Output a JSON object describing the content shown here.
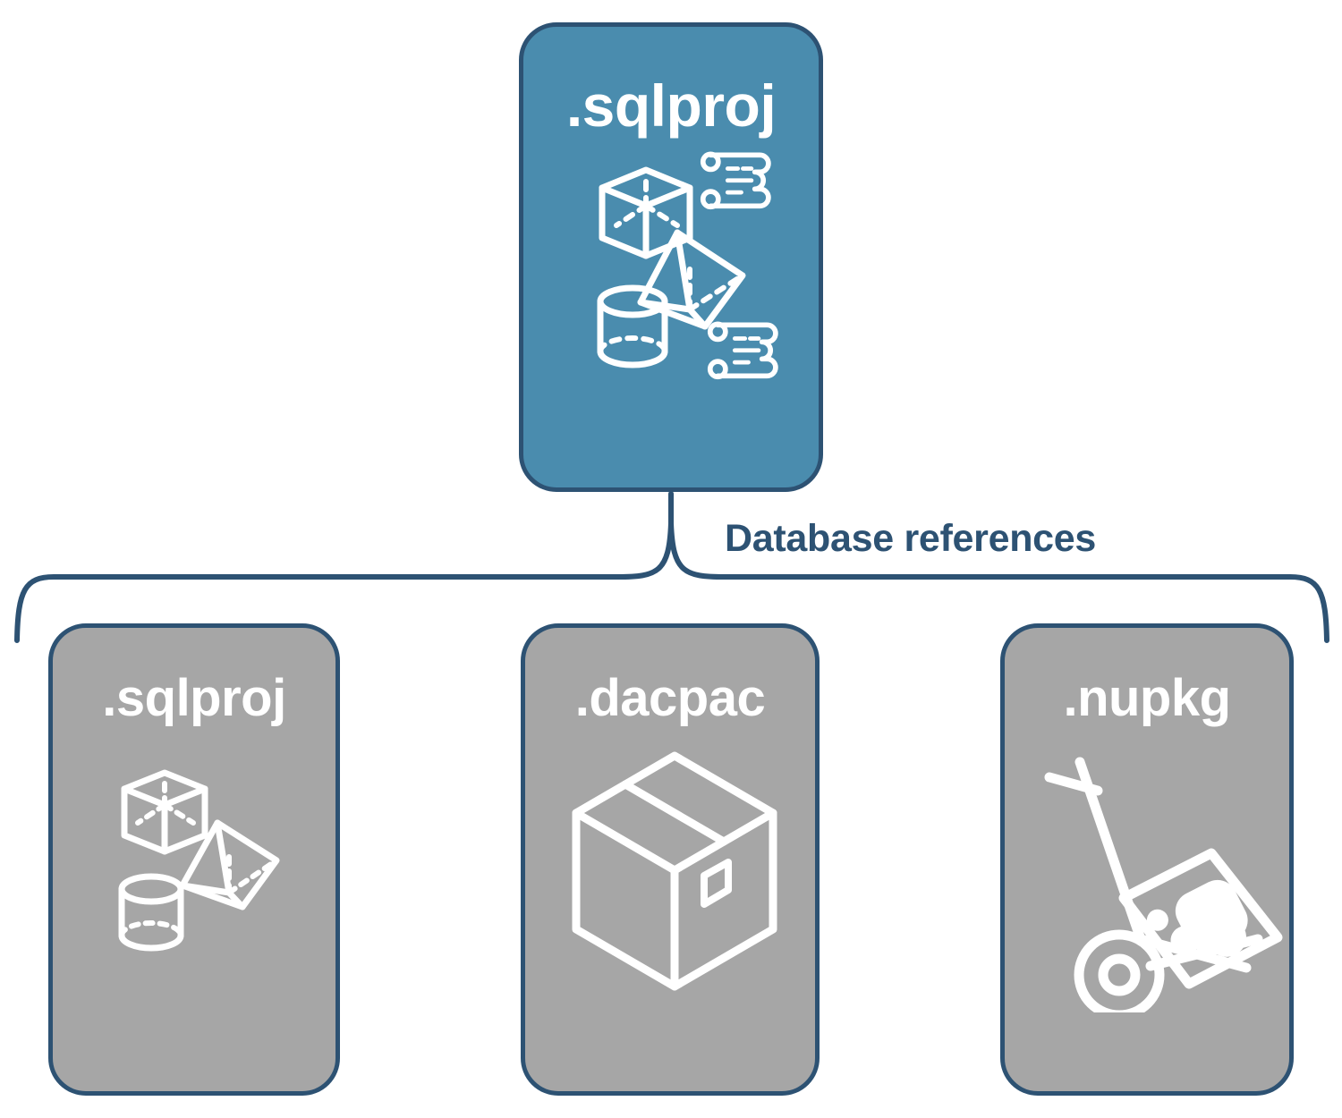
{
  "diagram": {
    "title": "Database references",
    "colors": {
      "primary_fill": "#4a8cae",
      "secondary_fill": "#a6a6a6",
      "border": "#2d5273",
      "label_text": "#2d5273",
      "card_text": "#ffffff",
      "background": "#ffffff"
    },
    "parent": {
      "label": ".sqlproj",
      "icons": [
        "cube-wireframe-icon",
        "pyramid-wireframe-icon",
        "cylinder-wireframe-icon",
        "script-scroll-icon",
        "script-scroll-icon"
      ]
    },
    "connector": {
      "label": "Database references",
      "type": "curly-brace"
    },
    "children": [
      {
        "label": ".sqlproj",
        "art_name": "database-objects-art",
        "icons": [
          "cube-wireframe-icon",
          "pyramid-wireframe-icon",
          "cylinder-wireframe-icon"
        ]
      },
      {
        "label": ".dacpac",
        "art_name": "package-box-art",
        "icons": [
          "shipping-box-icon"
        ]
      },
      {
        "label": ".nupkg",
        "art_name": "nuget-dolly-art",
        "icons": [
          "hand-truck-icon",
          "nuget-package-icon"
        ]
      }
    ]
  }
}
